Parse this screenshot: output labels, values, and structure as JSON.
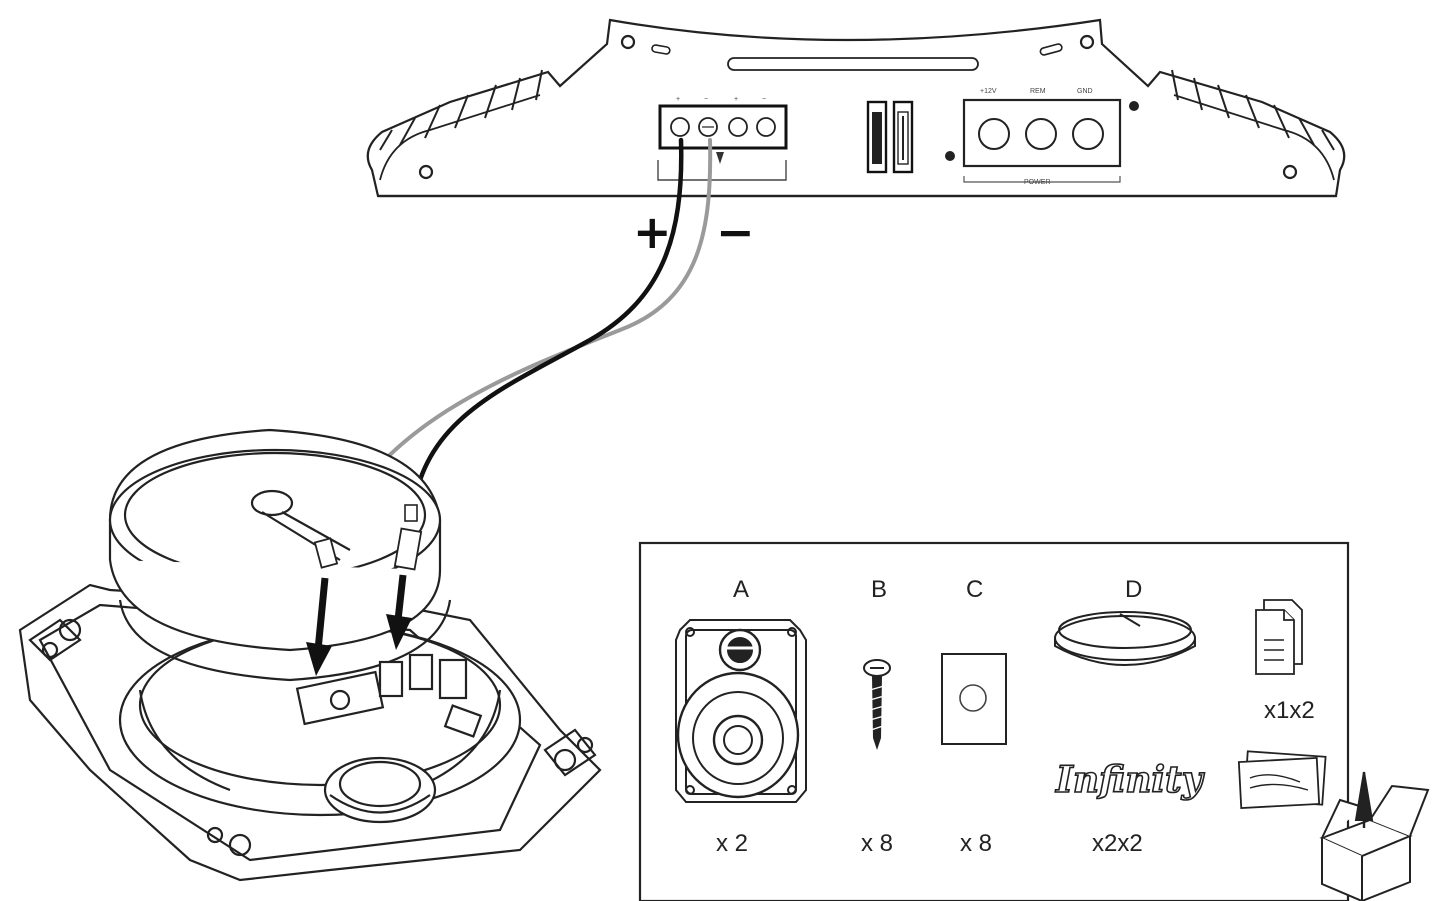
{
  "amplifier": {
    "terminal_polarity": [
      "+",
      "−",
      "+",
      "−"
    ],
    "power_terminals": [
      "+12V",
      "REM",
      "GND"
    ],
    "power_caption": "POWER"
  },
  "wiring": {
    "positive_symbol": "+",
    "negative_symbol": "−",
    "positive_wire_color": "#111111",
    "negative_wire_color": "#9a9a9a"
  },
  "contents": {
    "items": [
      {
        "letter": "A",
        "quantity": "x 2",
        "icon": "speaker-icon"
      },
      {
        "letter": "B",
        "quantity": "x 8",
        "icon": "screw-icon"
      },
      {
        "letter": "C",
        "quantity": "x 8",
        "icon": "pad-icon"
      },
      {
        "letter": "D",
        "quantity": "x2x2",
        "icon": "ring-icon",
        "logo": "Infinity"
      },
      {
        "letter": "",
        "quantity": "x1x2",
        "icon": "manual-icon"
      }
    ]
  }
}
